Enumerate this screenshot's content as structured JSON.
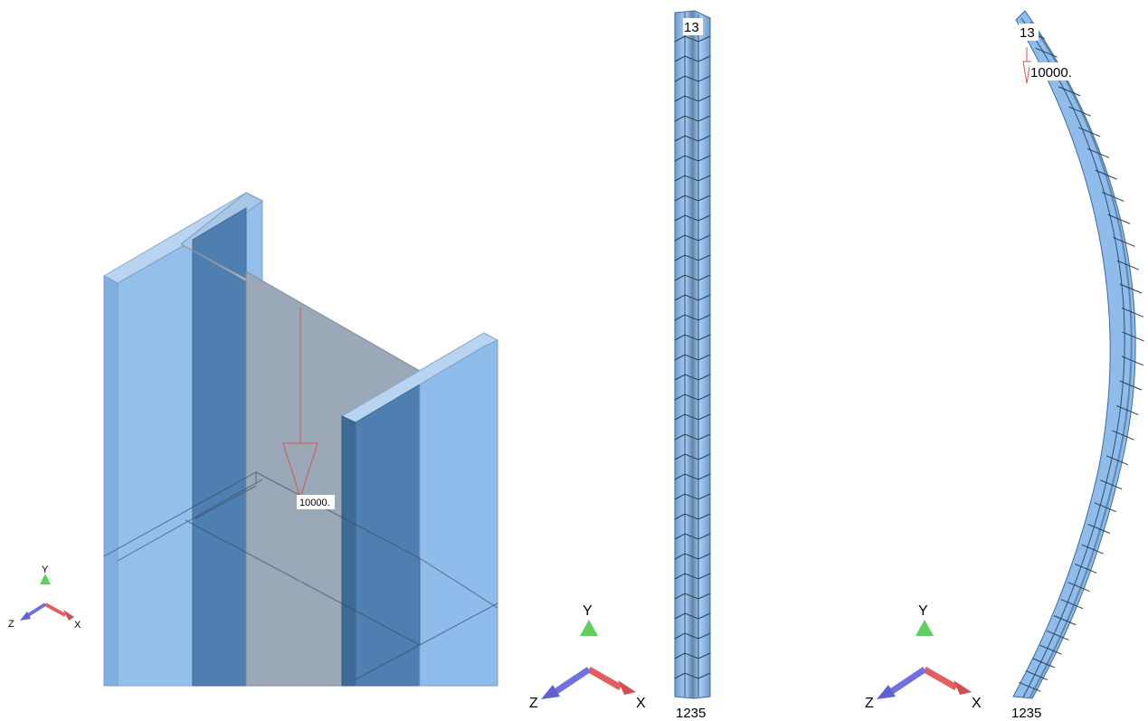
{
  "views": {
    "closeup": {
      "load_label": "10000.",
      "triad": {
        "y": "Y",
        "z": "Z",
        "x": "X"
      }
    },
    "undeformed": {
      "top_node": "13",
      "bottom_node": "1235",
      "triad": {
        "y": "Y",
        "z": "Z",
        "x": "X"
      }
    },
    "deformed": {
      "top_node": "13",
      "load_label": "10000.",
      "bottom_node": "1235",
      "triad": {
        "y": "Y",
        "z": "Z",
        "x": "X"
      }
    }
  },
  "colors": {
    "flange_light": "#8fbcea",
    "flange_dark": "#4f7fb0",
    "web": "#9aa8b8",
    "load_arrow": "#d9534f",
    "axis_y": "#3fbf3f",
    "axis_x": "#e06060",
    "axis_z": "#7070e0"
  }
}
